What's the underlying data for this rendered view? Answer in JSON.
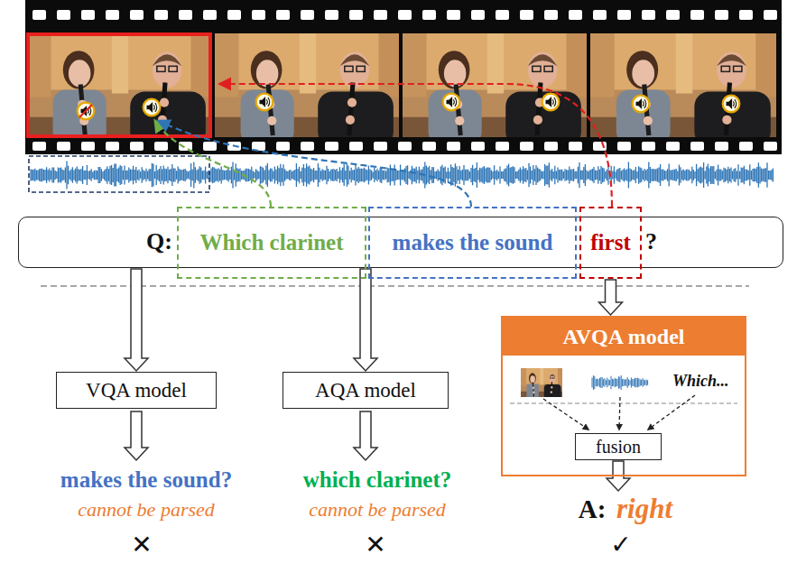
{
  "diagram": {
    "nodes": [
      {
        "text": [
          "Q:",
          "?"
        ]
      },
      {
        "text": [
          "Which clarinet"
        ],
        "in": 0
      },
      {
        "text": [
          "makes the sound"
        ],
        "in": 0
      },
      {
        "text": [
          "first"
        ],
        "in": 0
      },
      {
        "text": [
          "VQA model"
        ]
      },
      {
        "text": [
          "AQA model"
        ]
      },
      {
        "text": [
          "AVQA model",
          "Which..."
        ]
      },
      {
        "text": [
          "fusion"
        ],
        "in": 6
      }
    ],
    "edges": [
      {
        "from": 0,
        "to": 4,
        "arrow": "to"
      },
      {
        "from": 0,
        "to": 5,
        "arrow": "to"
      },
      {
        "from": 3,
        "to": 6,
        "arrow": "to"
      }
    ],
    "labels": [
      "makes the sound?",
      "cannot be parsed",
      "which clarinet?",
      "cannot be parsed",
      "A:",
      "right",
      "✕",
      "✕",
      "✓"
    ]
  }
}
